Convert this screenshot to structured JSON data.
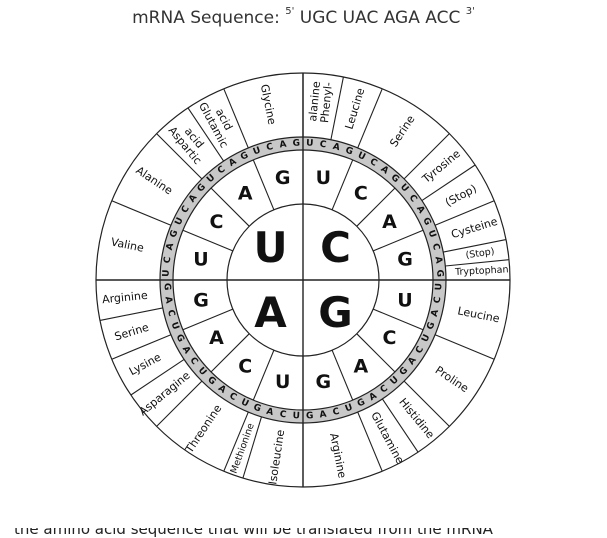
{
  "title": {
    "prefix": "mRNA Sequence:",
    "five_prime": "5'",
    "sequence": "UGC UAC AGA ACC",
    "three_prime": "3'"
  },
  "wheel": {
    "first_bases": [
      "U",
      "C",
      "A",
      "G"
    ],
    "second_bases": [
      "U",
      "C",
      "A",
      "G"
    ],
    "third_bases": [
      "U",
      "C",
      "A",
      "G"
    ],
    "amino_acids": [
      "Phenyl-\nalanine",
      "Leucine",
      "Serine",
      "Tyrosine",
      "(Stop)",
      "Cysteine",
      "(Stop)",
      "Tryptophan",
      "Leucine",
      "Proline",
      "Histidine",
      "Glutamine",
      "Arginine",
      "Isoleucine",
      "Methionine",
      "Threonine",
      "Asparagine",
      "Lysine",
      "Serine",
      "Arginine",
      "Valine",
      "Alanine",
      "Aspartic\nacid",
      "Glutamic\nacid",
      "Glycine"
    ]
  },
  "caption": {
    "text": "the amino acid sequence that will be translated from the mRNA"
  },
  "colors": {
    "ring_gray": "#c8c8c8",
    "line": "#222222",
    "background": "#ffffff"
  }
}
